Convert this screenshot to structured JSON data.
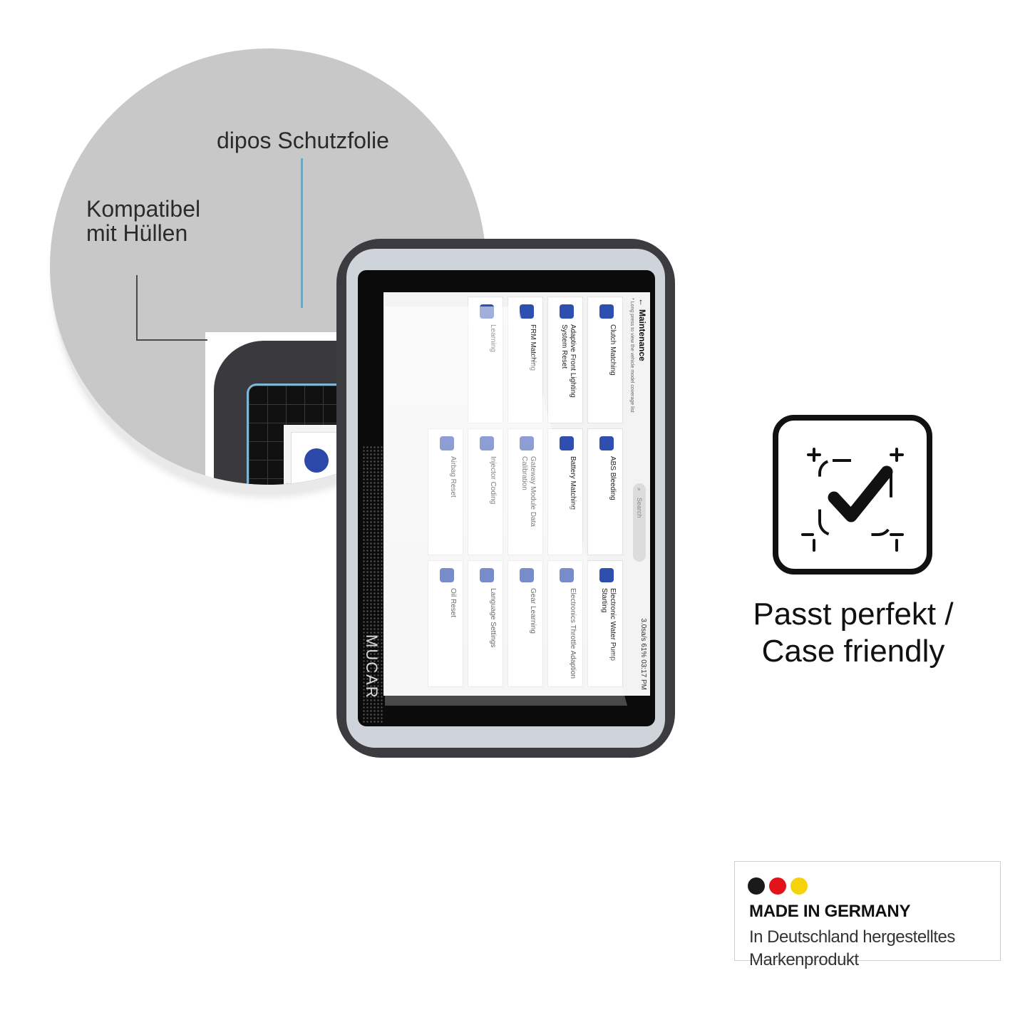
{
  "zoom": {
    "protection_label": "dipos Schutzfolie",
    "compat_line1": "Kompatibel",
    "compat_line2": "mit Hüllen"
  },
  "device": {
    "brand": "MUCAR"
  },
  "app": {
    "title": "Maintenance",
    "back_glyph": "←",
    "hint": "* Long press to view the vehicle model coverage list",
    "search_placeholder": "Search",
    "status": "3.0sa/s  61%  03:17 PM",
    "tiles": [
      {
        "label": "Clutch Matching",
        "icon": "clutch-icon"
      },
      {
        "label": "ABS Bleeding",
        "icon": "abs-icon"
      },
      {
        "label": "Electronic Water Pump Starting",
        "icon": "water-pump-icon"
      },
      {
        "label": "Adaptive Front Lighting System Reset",
        "icon": "headlight-icon"
      },
      {
        "label": "Battery Matching",
        "icon": "battery-icon"
      },
      {
        "label": "Electronics Throttle Adaption",
        "icon": "throttle-icon"
      },
      {
        "label": "FRM Matching",
        "icon": "frm-icon"
      },
      {
        "label": "Gateway Module Data Calibration",
        "icon": "gateway-icon"
      },
      {
        "label": "Gear Learning",
        "icon": "gear-learning-icon"
      },
      {
        "label": "Learning",
        "icon": "learning-icon"
      },
      {
        "label": "Injector Coding",
        "icon": "injector-icon"
      },
      {
        "label": "Language Settings",
        "icon": "language-icon"
      },
      {
        "label": "Airbag Reset",
        "icon": "airbag-icon"
      },
      {
        "label": "Oil Reset",
        "icon": "oil-icon"
      }
    ]
  },
  "feature": {
    "line1": "Passt perfekt /",
    "line2": "Case friendly",
    "icon": "check-frame-icon"
  },
  "made_in_germany": {
    "title": "MADE IN GERMANY",
    "line1": "In Deutschland hergestelltes",
    "line2": "Markenprodukt",
    "colors": [
      "#1a1a1a",
      "#e3121b",
      "#f6d20a"
    ]
  }
}
